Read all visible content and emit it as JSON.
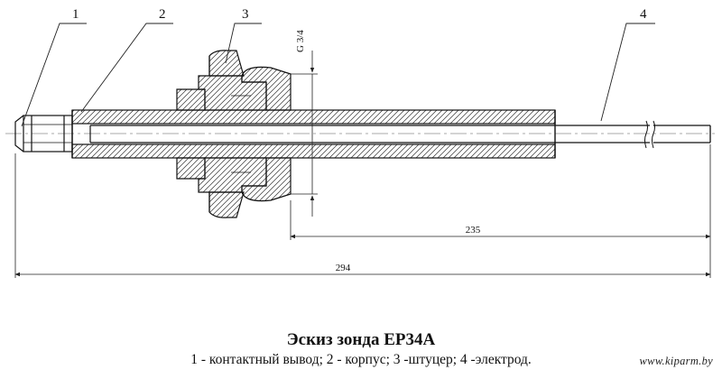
{
  "callouts": [
    "1",
    "2",
    "3",
    "4"
  ],
  "thread_label": "G 3/4",
  "dimensions": {
    "length_235": "235",
    "length_294": "294"
  },
  "caption": {
    "title": "Эскиз зонда ЕР34А",
    "legend": "1 - контактный вывод; 2 - корпус; 3 -штуцер; 4 -электрод."
  },
  "watermark": "www.kiparm.by"
}
